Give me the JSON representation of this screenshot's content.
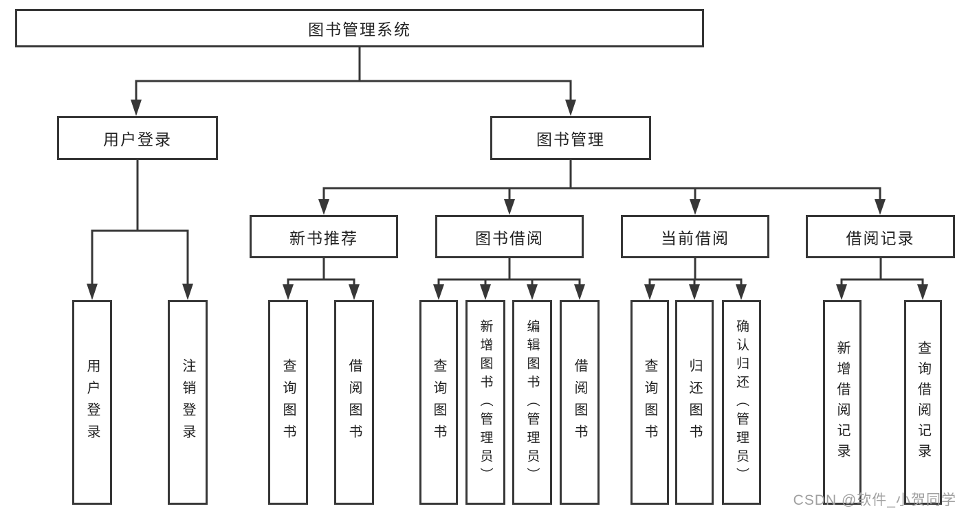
{
  "diagram": {
    "title": "图书管理系统",
    "watermark": "CSDN @软件_小贺同学",
    "colors": {
      "line": "#373737",
      "text": "#222222",
      "background": "#ffffff",
      "watermark": "#a0a0a0"
    },
    "nodes": {
      "root": {
        "label": "图书管理系统"
      },
      "user_login": {
        "label": "用户登录"
      },
      "book_management": {
        "label": "图书管理"
      },
      "new_book_recommend": {
        "label": "新书推荐"
      },
      "book_borrow": {
        "label": "图书借阅"
      },
      "current_borrow": {
        "label": "当前借阅"
      },
      "borrow_records": {
        "label": "借阅记录"
      },
      "leaf_user_login": {
        "label": "用户登录"
      },
      "leaf_logout": {
        "label": "注销登录"
      },
      "leaf_rec_query_books": {
        "label": "查询图书"
      },
      "leaf_rec_borrow_books": {
        "label": "借阅图书"
      },
      "leaf_bor_query_books": {
        "label": "查询图书"
      },
      "leaf_bor_add_books_admin": {
        "label": "新增图书（管理员）"
      },
      "leaf_bor_edit_books_admin": {
        "label": "编辑图书（管理员）"
      },
      "leaf_bor_borrow_books": {
        "label": "借阅图书"
      },
      "leaf_cur_query_books": {
        "label": "查询图书"
      },
      "leaf_cur_return_books": {
        "label": "归还图书"
      },
      "leaf_cur_confirm_return_admin": {
        "label": "确认归还（管理员）"
      },
      "leaf_rcd_add_record": {
        "label": "新增借阅记录"
      },
      "leaf_rcd_query_record": {
        "label": "查询借阅记录"
      }
    }
  }
}
